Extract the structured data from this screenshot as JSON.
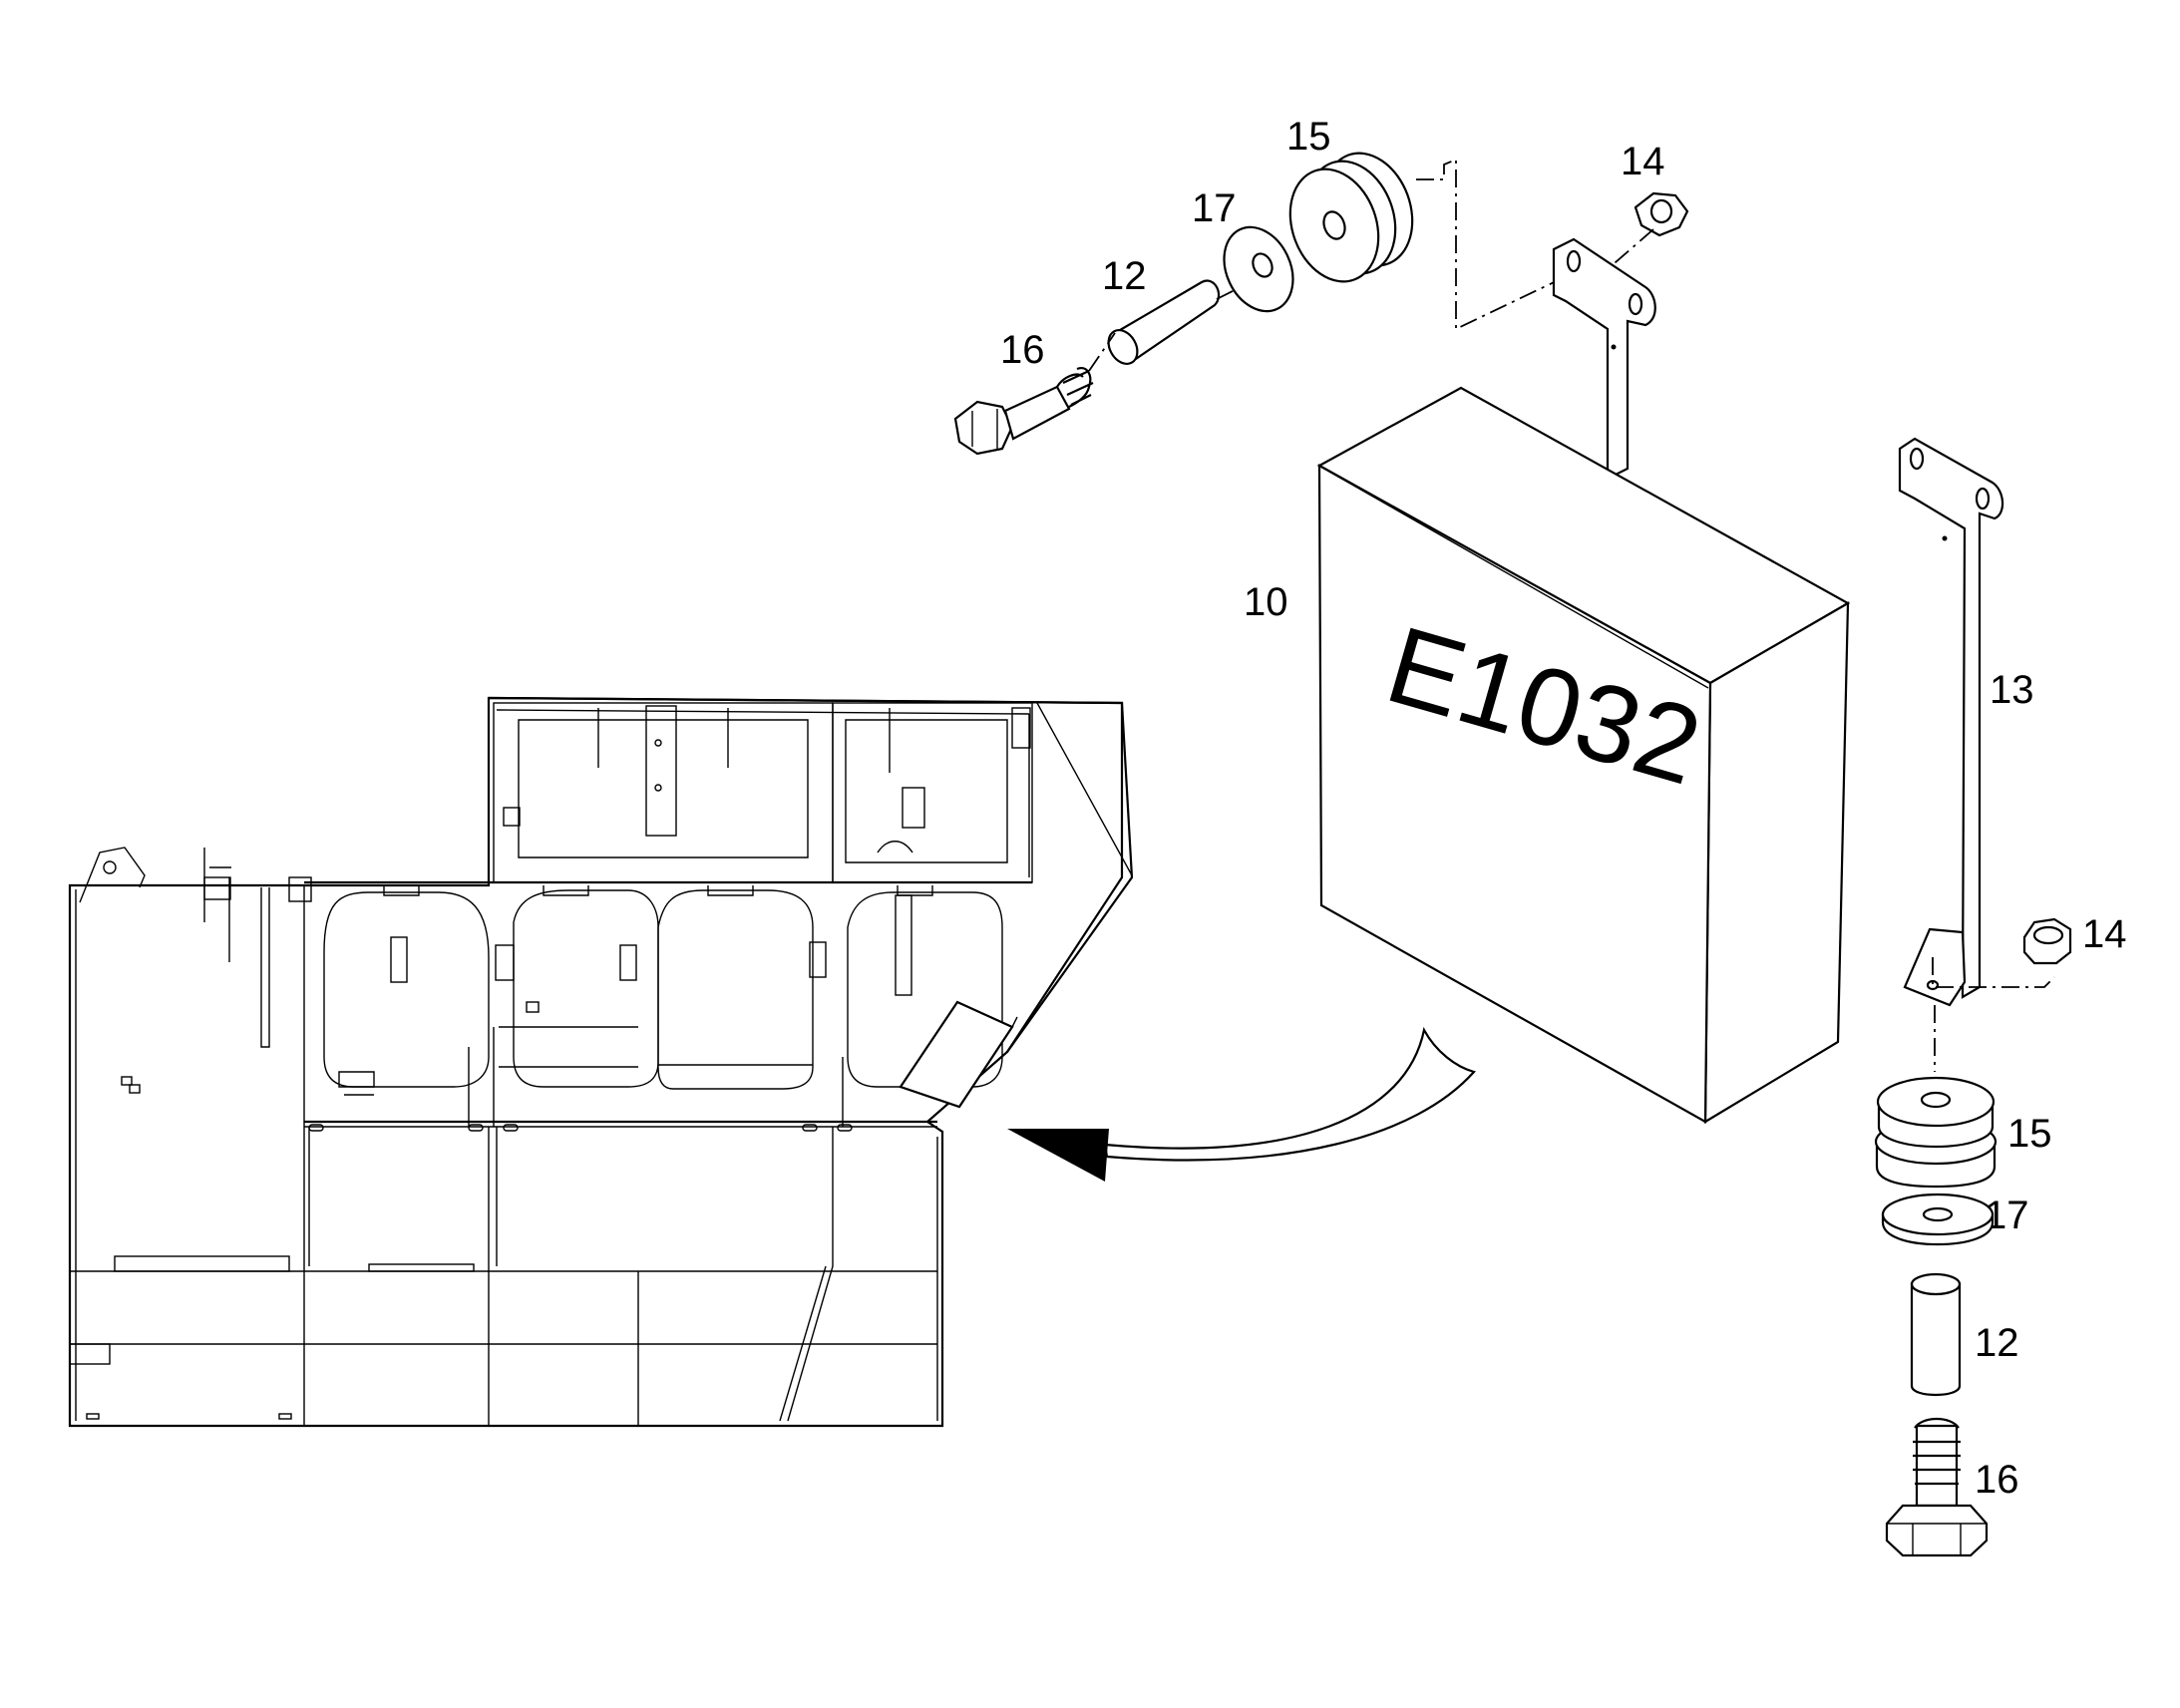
{
  "diagram": {
    "box_label": "E1032",
    "callouts": [
      {
        "id": "c-15-top",
        "text": "15"
      },
      {
        "id": "c-14-top",
        "text": "14"
      },
      {
        "id": "c-17-top",
        "text": "17"
      },
      {
        "id": "c-12-top",
        "text": "12"
      },
      {
        "id": "c-16-top",
        "text": "16"
      },
      {
        "id": "c-10",
        "text": "10"
      },
      {
        "id": "c-13",
        "text": "13"
      },
      {
        "id": "c-14-right",
        "text": "14"
      },
      {
        "id": "c-15-right",
        "text": "15"
      },
      {
        "id": "c-17-right",
        "text": "17"
      },
      {
        "id": "c-12-right",
        "text": "12"
      },
      {
        "id": "c-16-right",
        "text": "16"
      }
    ]
  }
}
